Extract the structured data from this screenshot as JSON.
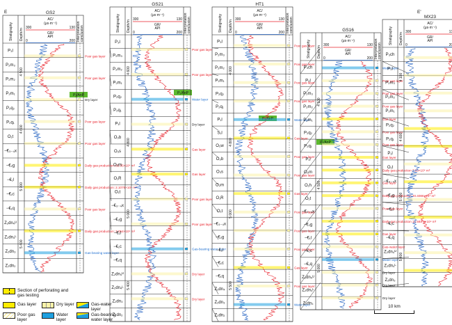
{
  "section": {
    "start_label": "E",
    "end_label": "E'",
    "scale_bar": "10 km"
  },
  "header_labels": {
    "stratigraphy": "Stratigraphy",
    "depth": "Depth/m",
    "ac": "AC/",
    "ac_unit": "(μs·m⁻¹)",
    "ac_left": "300",
    "ac_right": "130",
    "gr": "GR/",
    "gr_unit": "API",
    "gr_left": "0",
    "gr_right": "200",
    "interpretation": "Interpretation conclusion"
  },
  "colors": {
    "ac_curve": "#e8202a",
    "gr_curve": "#1f5fc0",
    "gas": "#ffec00",
    "poor_gas": "#fbf3a8",
    "water": "#1ea0e0",
    "marker_green": "#5cb82e",
    "annotation_red": "#e8202a",
    "annotation_blue": "#1f6fd0"
  },
  "wells": [
    {
      "name": "GS2",
      "depth_ticks": [
        "4 500",
        "4 600",
        "5 000",
        "5 400"
      ],
      "strata": [
        "P₃l",
        "P₂m₃",
        "P₂m₂",
        "P₂m₁",
        "P₂q₂",
        "P₂q₁",
        "O₁t",
        "−€₃₋₄x",
        "−€₂g",
        "−€₁l",
        "−€₁c",
        "−€₁q",
        "Z₂dn₄ᵁ",
        "Z₂dn₄ᴸ",
        "Z₂dn₃",
        "Z₂dn₂"
      ],
      "annotations": [
        {
          "text": "Poor gas layer",
          "type": "red"
        },
        {
          "text": "Poor gas layer",
          "type": "red"
        },
        {
          "text": "Dry layer",
          "type": "black"
        },
        {
          "text": "Poor gas layer",
          "type": "red"
        },
        {
          "text": "Poor gas layer",
          "type": "red"
        },
        {
          "text": "Daily gas production: 85.05×10⁴ m³",
          "type": "red"
        },
        {
          "text": "Daily gas production: 2.1076×10⁴ m³",
          "type": "red"
        },
        {
          "text": "Poor gas layer",
          "type": "red"
        },
        {
          "text": "Daily gas production: 3.054×10⁴ m³",
          "type": "red"
        },
        {
          "text": "Gas-bearing water layer",
          "type": "blue"
        }
      ]
    },
    {
      "name": "GS21",
      "depth_ticks": [
        "4 600",
        "4 800",
        "5 000",
        "5 400"
      ],
      "strata": [
        "P₃l",
        "P₂m₃",
        "P₂m₂",
        "P₂m₁",
        "P₂q₂",
        "P₂q₁",
        "P₁l",
        "O₃b",
        "O₃s",
        "O₂m",
        "O₁R",
        "O₁t",
        "−€₃₋₄x",
        "−€₂g",
        "−€₁l",
        "−€₁c",
        "−€₁q",
        "Z₂dn₄ᵁ",
        "Z₂dn₄ᴸ",
        "Z₂dn₃",
        "Z₂dn₂"
      ],
      "annotations": [
        {
          "text": "Poor gas layer",
          "type": "red"
        },
        {
          "text": "Poor gas layer",
          "type": "red"
        },
        {
          "text": "Water layer",
          "type": "blue"
        },
        {
          "text": "Dry layer",
          "type": "black"
        },
        {
          "text": "Gas layer",
          "type": "red"
        },
        {
          "text": "Gas layer",
          "type": "red"
        },
        {
          "text": "Poor gas layer",
          "type": "red"
        },
        {
          "text": "Poor gas layer",
          "type": "red"
        },
        {
          "text": "Gas-bearing water layer",
          "type": "blue"
        },
        {
          "text": "Dry layer",
          "type": "red"
        },
        {
          "text": "Dry layer",
          "type": "red"
        }
      ]
    },
    {
      "name": "HT1",
      "depth_ticks": [
        "4 000",
        "4 800",
        "5 000",
        "5 500"
      ],
      "strata": [
        "P₃l",
        "P₂m₃",
        "P₂m₂",
        "P₂m₁",
        "P₂q₂",
        "P₂q₁",
        "P₁l",
        "S₁l",
        "O₃w",
        "O₃b",
        "O₃s",
        "O₂m",
        "O₁R",
        "O₁t",
        "−€₃₋₄x",
        "−€₂g",
        "−€₁l",
        "−€₁c",
        "−€₁q",
        "Z₂dn₄",
        "Z₂dn₃",
        "Z₂dn₂"
      ],
      "annotations": [
        {
          "text": "Poor gas layer",
          "type": "red"
        },
        {
          "text": "Poor gas layer",
          "type": "red"
        },
        {
          "text": "Poor gas layer",
          "type": "red"
        },
        {
          "text": "Poor gas layer",
          "type": "red"
        },
        {
          "text": "Water layer",
          "type": "blue"
        },
        {
          "text": "Gas layer",
          "type": "red"
        },
        {
          "text": "Poor gas layer",
          "type": "red"
        },
        {
          "text": "Poor gas layer",
          "type": "red"
        },
        {
          "text": "Gas layer",
          "type": "red"
        },
        {
          "text": "Poor gas layer",
          "type": "red"
        },
        {
          "text": "Poor gas layer",
          "type": "red"
        },
        {
          "text": "Poor gas layer",
          "type": "red"
        },
        {
          "text": "Gas layer",
          "type": "red"
        },
        {
          "text": "Poor gas layer",
          "type": "red"
        },
        {
          "text": "Water layer",
          "type": "blue"
        }
      ]
    },
    {
      "name": "GS16",
      "depth_ticks": [
        "4 100",
        "4 500",
        "5 000"
      ],
      "strata": [
        "P₃ch",
        "P₃l",
        "P₂m₃",
        "P₂m₂",
        "P₂m₁",
        "P₂q₂",
        "P₂q₁",
        "P₁l",
        "O₂m",
        "O₁h",
        "O₁t",
        "−€₃₋₄x",
        "−€₂g",
        "−€₁l",
        "−€₁c",
        "−€₁q",
        "Z₂dn₄ᵁ",
        "Z₂dn₄ᴸ",
        "Z₂dn₃"
      ],
      "annotations": [
        {
          "text": "Water layer",
          "type": "blue"
        },
        {
          "text": "Poor gas layer",
          "type": "red"
        },
        {
          "text": "Poor gas layer",
          "type": "red"
        },
        {
          "text": "Poor gas layer",
          "type": "red"
        },
        {
          "text": "Gas layer",
          "type": "red"
        },
        {
          "text": "Poor gas layer",
          "type": "red"
        },
        {
          "text": "Poor gas layer",
          "type": "red"
        },
        {
          "text": "Gas layer",
          "type": "red"
        },
        {
          "text": "Daily gas production 7.03×10⁴ m³",
          "type": "red"
        },
        {
          "text": "Gas layer",
          "type": "red"
        },
        {
          "text": "Daily gas production 20.4086×10⁴ m³",
          "type": "red"
        },
        {
          "text": "Poor gas layer",
          "type": "red"
        },
        {
          "text": "Daily gas production 12.593 5×10⁴ m³",
          "type": "red"
        },
        {
          "text": "Gas layer",
          "type": "red"
        },
        {
          "text": "Gas-water layer",
          "type": "red"
        },
        {
          "text": "Water layer",
          "type": "blue"
        },
        {
          "text": "Dry layer",
          "type": "black"
        },
        {
          "text": "Dry layer",
          "type": "black"
        },
        {
          "text": "Dry layer",
          "type": "black"
        }
      ]
    },
    {
      "name": "MX23",
      "depth_ticks": [
        "4 100",
        "4 600",
        "5 000",
        "5 400"
      ],
      "strata": [
        "P₃ch",
        "P₃l",
        "P₂m₃",
        "P₂m₂",
        "P₂m₁",
        "P₂q₂",
        "P₂q₁",
        "P₁l",
        "O₁t",
        "−€₃₋₄x",
        "−€₂g",
        "−€₁l",
        "−€₁c",
        "−€₁q",
        "Z₂dn₄ᵁ",
        "Z₂dn₄ᴸ",
        "Z₂dn₃"
      ],
      "annotations": [
        {
          "text": "Poor gas layer",
          "type": "red"
        },
        {
          "text": "Poor gas layer",
          "type": "red"
        },
        {
          "text": "Poor gas layer",
          "type": "red"
        },
        {
          "text": "Poor gas layer",
          "type": "red"
        },
        {
          "text": "Gas layer",
          "type": "red"
        },
        {
          "text": "Gas layer",
          "type": "red"
        },
        {
          "text": "Poor gas layer",
          "type": "red"
        },
        {
          "text": "Daily gas production 110.78×10⁴ m³",
          "type": "red"
        },
        {
          "text": "Poor gas layer",
          "type": "red"
        },
        {
          "text": "Gas layer",
          "type": "red"
        },
        {
          "text": "Poor gas layer",
          "type": "red"
        },
        {
          "text": "Poor gas layer",
          "type": "red"
        },
        {
          "text": "Daily gas production 6.33×10⁴ m³",
          "type": "red"
        }
      ]
    }
  ],
  "marker_label": "P₁/AnP",
  "legend": [
    {
      "key": "perforation",
      "label": "Section of perforating and gas testing"
    },
    {
      "key": "gas",
      "label": "Gas layer"
    },
    {
      "key": "dry",
      "label": "Dry layer"
    },
    {
      "key": "gas_water",
      "label": "Gas-water layer"
    },
    {
      "key": "poor_gas",
      "label": "Poor gas layer"
    },
    {
      "key": "water",
      "label": "Water layer"
    },
    {
      "key": "gas_bearing_water",
      "label": "Gas-bearing water layer"
    }
  ]
}
